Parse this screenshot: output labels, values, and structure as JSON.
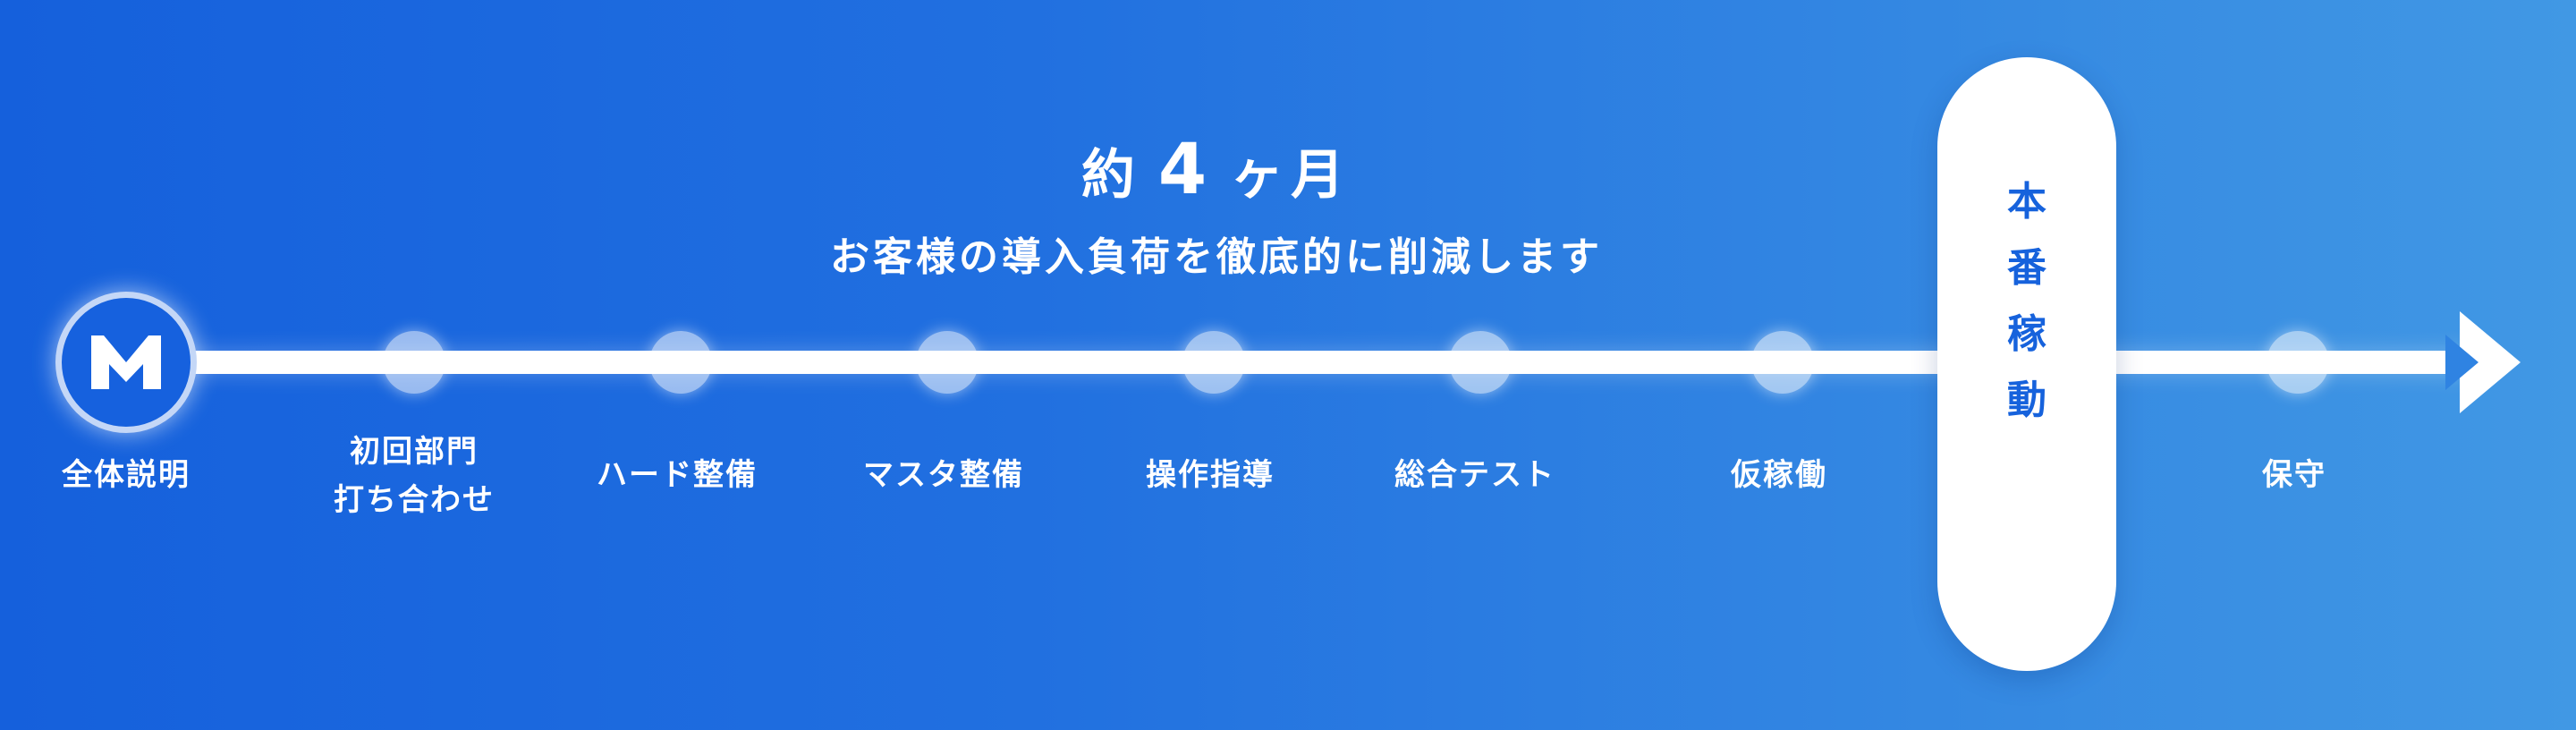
{
  "headline": {
    "prefix": "約",
    "number": "4",
    "suffix": "ヶ月",
    "subtitle": "お客様の導入負荷を徹底的に削減します"
  },
  "steps": [
    {
      "lines": [
        "全体説明"
      ]
    },
    {
      "lines": [
        "初回部門",
        "打ち合わせ"
      ]
    },
    {
      "lines": [
        "ハード整備"
      ]
    },
    {
      "lines": [
        "マスタ整備"
      ]
    },
    {
      "lines": [
        "操作指導"
      ]
    },
    {
      "lines": [
        "総合テスト"
      ]
    },
    {
      "lines": [
        "仮稼働"
      ]
    },
    {
      "lines": [
        "本",
        "番",
        "稼",
        "動"
      ]
    },
    {
      "lines": [
        "保守"
      ]
    }
  ],
  "icons": {
    "start": "m-logo-icon",
    "end": "arrow-head-icon"
  },
  "colors": {
    "background_start": "#1560dc",
    "background_end": "#4198e4",
    "highlight_text": "#1662dc",
    "line": "#ffffff"
  }
}
